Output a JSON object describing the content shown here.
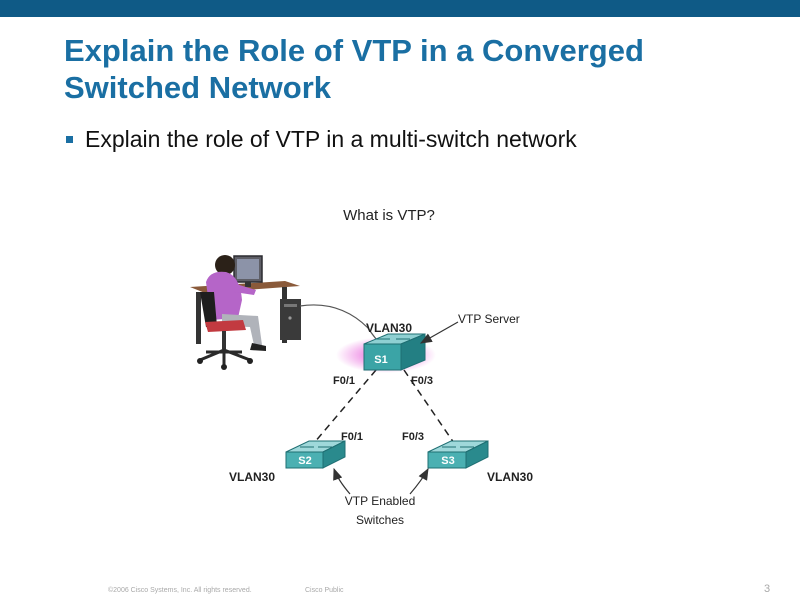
{
  "slide": {
    "title_line1": "Explain the Role of VTP in a Converged",
    "title_line2": "Switched Network",
    "bullet": "Explain the role of VTP in a multi-switch network",
    "accent_color": "#1a6fa3",
    "bar_color": "#0f5a86"
  },
  "diagram": {
    "heading": "What is VTP?",
    "vtp_server_label": "VTP Server",
    "s1": {
      "name": "S1",
      "vlan": "VLAN30",
      "port_left": "F0/1",
      "port_right": "F0/3"
    },
    "s2": {
      "name": "S2",
      "vlan": "VLAN30",
      "port": "F0/1"
    },
    "s3": {
      "name": "S3",
      "vlan": "VLAN30",
      "port": "F0/3"
    },
    "vtp_enabled_line1": "VTP Enabled",
    "vtp_enabled_line2": "Switches"
  },
  "footer": {
    "copyright": "©2006 Cisco Systems, Inc. All rights reserved.",
    "classification": "Cisco Public",
    "page_number": "3"
  }
}
